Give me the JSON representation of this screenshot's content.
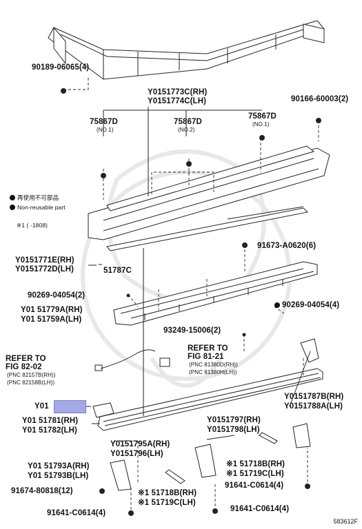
{
  "legend": {
    "non_reusable_jp": "再使用不可部品",
    "non_reusable_en": "Non-reusable part",
    "note1": "※1 (    -1808)"
  },
  "labels": {
    "p90189": "90189-06065(4)",
    "p90166": "90166-60003(2)",
    "p51773c": "Y0151773C(RH)",
    "p51774c": "Y0151774C(LH)",
    "p75867d_a": "75867D",
    "p75867d_a_sub": "(NO.1)",
    "p75867d_b": "75867D",
    "p75867d_b_sub": "(NO.2)",
    "p75867d_c": "75867D",
    "p75867d_c_sub": "(NO.1)",
    "p91673": "91673-A0620(6)",
    "p51771e": "Y0151771E(RH)",
    "p51772d": "Y0151772D(LH)",
    "p51787c": "51787C",
    "p90269a": "90269-04054(2)",
    "p90269b": "90269-04054(4)",
    "p51779a": "Y01 51779A(RH)",
    "p51759a": "Y01 51759A(LH)",
    "p93249": "93249-15006(2)",
    "refer1": "REFER TO",
    "refer1_fig": "FIG 82-02",
    "refer1_pnc1": "(PNC 82157B(RH))",
    "refer1_pnc2": "(PNC 82158B(LH))",
    "refer2": "REFER TO",
    "refer2_fig": "FIG 81-21",
    "refer2_pnc1": "(PNC 81380D(RH))",
    "refer2_pnc2": "(PNC 81380H(LH))",
    "p01": "Y01",
    "p51787b": "Y0151787B(RH)",
    "p51788a": "Y0151788A(LH)",
    "p51781": "Y01 51781(RH)",
    "p51782": "Y01 51782(LH)",
    "p51797": "Y0151797(RH)",
    "p51798": "Y0151798(LH)",
    "p51795a": "Y0151795A(RH)",
    "p51796": "Y0151796(LH)",
    "p51793a": "Y01 51793A(RH)",
    "p51793b": "Y01 51793B(LH)",
    "p51718b_r": "※1 51718B(RH)",
    "p51719c_r": "※1 51719C(LH)",
    "p91674": "91674-80818(12)",
    "p51718b_l": "※1 51718B(RH)",
    "p51719c_l": "※1 51719C(LH)",
    "p91641a": "91641-C0614(4)",
    "p91641b": "91641-C0614(4)",
    "p91641c": "91641-C0614(4)",
    "diagram_code": "583612F"
  },
  "colors": {
    "line": "#222222",
    "highlight": "#a3a8e6",
    "watermark": "#e6e6e6"
  }
}
